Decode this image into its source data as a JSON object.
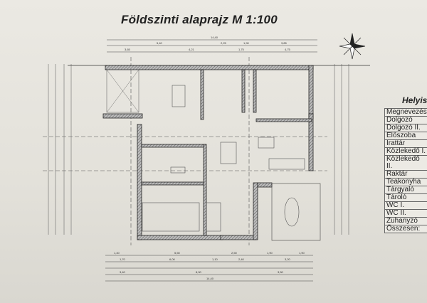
{
  "title": "Földszinti alaprajz  M 1:100",
  "dimensions": {
    "top_total": "14,40",
    "top_row1": [
      "5,40",
      "2,25",
      "1,90",
      "3,85"
    ],
    "top_row2": [
      "3,65",
      "4,21",
      "1,75",
      "4,75"
    ],
    "bottom_row1": [
      "1,40",
      "5,50",
      "2,50",
      "1,90",
      "1,90"
    ],
    "bottom_row2": [
      "1,70",
      "6,00",
      "1,10",
      "2,40",
      "3,20"
    ],
    "bottom_row3": [
      "3,40",
      "8,90",
      "3,50"
    ],
    "bottom_total": "14,40"
  },
  "room_table": {
    "title": "Helyis",
    "rows": [
      "Megnevezés",
      "Dolgozó",
      "Dolgozó II.",
      "Előszoba",
      "Irattár",
      "Közlekedő I.",
      "Közlekedő II.",
      "Raktár",
      "Teakonyha",
      "Tárgyaló",
      "Tároló",
      "WC I.",
      "WC II.",
      "Zuhanyzó",
      "Összesen:"
    ]
  },
  "icons": {
    "compass": "north-arrow-icon"
  }
}
